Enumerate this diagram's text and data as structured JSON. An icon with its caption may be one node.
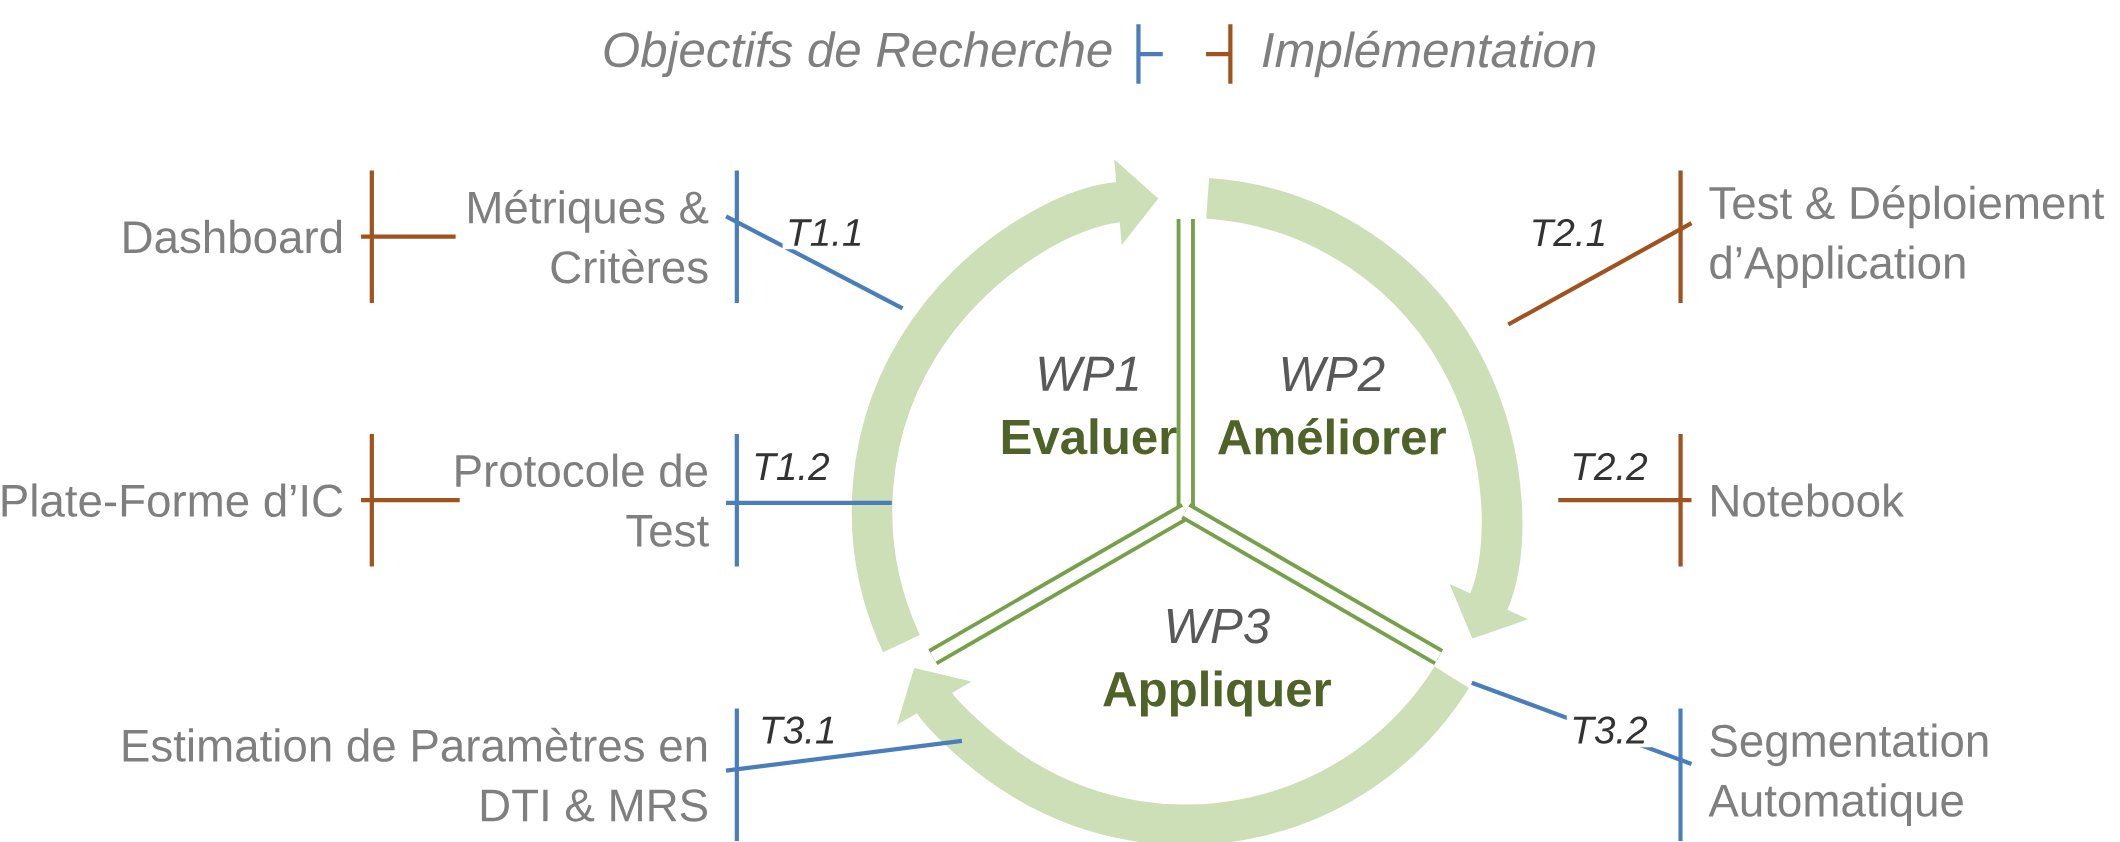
{
  "diagram": {
    "nodes": [
      {
        "text": [
          "WP1",
          "Evaluer"
        ]
      },
      {
        "text": [
          "WP2",
          "Améliorer"
        ]
      },
      {
        "text": [
          "WP3",
          "Appliquer"
        ]
      },
      {
        "text": [
          "Métriques & Critères"
        ]
      },
      {
        "text": [
          "Dashboard"
        ]
      },
      {
        "text": [
          "Protocole de Test"
        ]
      },
      {
        "text": [
          "Plate-Forme d’IC"
        ]
      },
      {
        "text": [
          "Estimation de Paramètres en DTI & MRS"
        ]
      },
      {
        "text": [
          "Test & Déploiement d’Application"
        ]
      },
      {
        "text": [
          "Notebook"
        ]
      },
      {
        "text": [
          "Segmentation Automatique"
        ]
      }
    ],
    "edges": [
      {
        "from": 0,
        "to": 3,
        "arrow": "none",
        "label": "T1.1"
      },
      {
        "from": 0,
        "to": 5,
        "arrow": "none",
        "label": "T1.2"
      },
      {
        "from": 2,
        "to": 7,
        "arrow": "none",
        "label": "T3.1"
      },
      {
        "from": 2,
        "to": 10,
        "arrow": "none",
        "label": "T3.2"
      },
      {
        "from": 1,
        "to": 8,
        "arrow": "none",
        "label": "T2.1",
        "color": "#a0531e"
      },
      {
        "from": 1,
        "to": 9,
        "arrow": "none",
        "label": "T2.2",
        "color": "#a0531e"
      },
      {
        "from": 3,
        "to": 4,
        "arrow": "none",
        "color": "#a0531e"
      },
      {
        "from": 5,
        "to": 6,
        "arrow": "none",
        "color": "#a0531e"
      }
    ],
    "legend": [
      {
        "text": "Objectifs de Recherche"
      },
      {
        "text": "Implémentation"
      }
    ]
  }
}
